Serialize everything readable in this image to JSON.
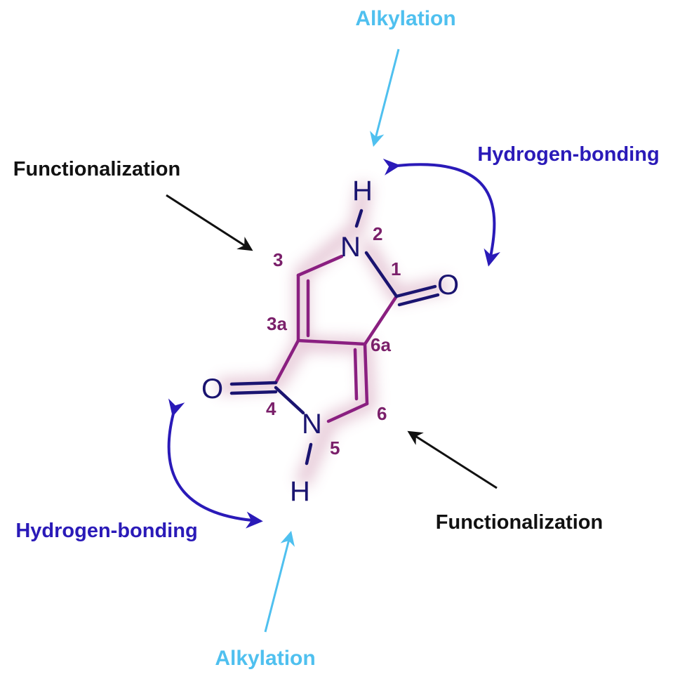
{
  "labels": {
    "alkylation_top": "Alkylation",
    "alkylation_bottom": "Alkylation",
    "hbond_right": "Hydrogen-bonding",
    "hbond_left": "Hydrogen-bonding",
    "functionalization_left": "Functionalization",
    "functionalization_right": "Functionalization"
  },
  "atoms": {
    "h_top": "H",
    "n_top": "N",
    "o_right": "O",
    "o_left": "O",
    "n_bottom": "N",
    "h_bottom": "H"
  },
  "positions": {
    "p1": "1",
    "p2": "2",
    "p3": "3",
    "p3a": "3a",
    "p4": "4",
    "p5": "5",
    "p6": "6",
    "p6a": "6a"
  },
  "colors": {
    "alkylation": "#4fc0ef",
    "hydrogen_bonding": "#2a1ab8",
    "functionalization": "#111111",
    "ring": "#8a1f80",
    "atoms": "#1a1470"
  }
}
